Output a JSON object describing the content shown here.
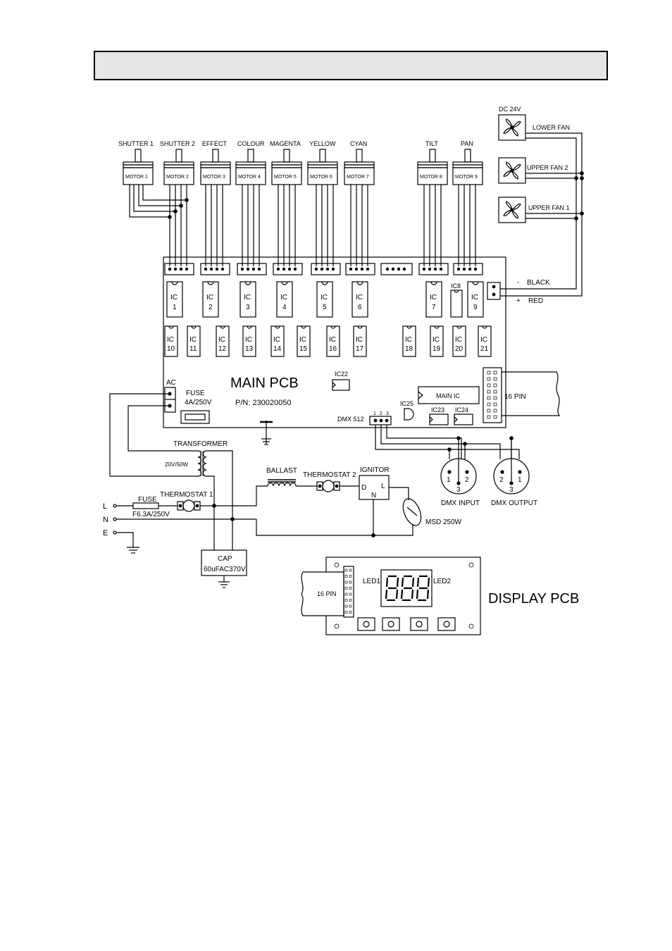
{
  "header": {
    "title": ""
  },
  "motors": [
    {
      "label": "SHUTTER 1",
      "name": "MOTOR 1"
    },
    {
      "label": "SHUTTER 2",
      "name": "MOTOR 2"
    },
    {
      "label": "EFFECT",
      "name": "MOTOR 3"
    },
    {
      "label": "COLOUR",
      "name": "MOTOR 4"
    },
    {
      "label": "MAGENTA",
      "name": "MOTOR 5"
    },
    {
      "label": "YELLOW",
      "name": "MOTOR 6"
    },
    {
      "label": "CYAN",
      "name": "MOTOR 7"
    },
    {
      "label": "TILT",
      "name": "MOTOR 8"
    },
    {
      "label": "PAN",
      "name": "MOTOR 9"
    }
  ],
  "fans": {
    "supply": "DC 24V",
    "items": [
      "LOWER FAN",
      "UPPER FAN 2",
      "UPPER FAN 1"
    ],
    "black": "BLACK",
    "red": "RED",
    "minus": "-",
    "plus": "+"
  },
  "main_pcb": {
    "title": "MAIN PCB",
    "part_number": "P/N: 230020050",
    "ic_prefix": "IC",
    "ic_top_nums": [
      "1",
      "2",
      "3",
      "4",
      "5",
      "6",
      "7",
      "9"
    ],
    "ic8": "IC8",
    "ic_bottom_nums": [
      "10",
      "11",
      "12",
      "13",
      "14",
      "15",
      "16",
      "17",
      "18",
      "19",
      "20",
      "21"
    ],
    "ic22": "IC22",
    "ic23": "IC23",
    "ic24": "IC24",
    "ic25": "IC25",
    "main_ic": "MAIN IC",
    "ac": "AC",
    "fuse": "FUSE",
    "fuse_rating": "4A/250V",
    "dmx512": "DMX 512",
    "dmx_pins": [
      "1",
      "2",
      "3"
    ],
    "connector_16pin": "16 PIN"
  },
  "power": {
    "transformer": "TRANSFORMER",
    "transformer_rating": "20V/50W",
    "ballast": "BALLAST",
    "thermostat2": "THERMOSTAT 2",
    "ignitor": "IGNITOR",
    "ignitor_d": "D",
    "ignitor_l": "L",
    "ignitor_n": "N",
    "lamp": "MSD 250W",
    "thermostat1": "THERMOSTAT 1",
    "fuse": "FUSE",
    "fuse_rating": "F6.3A/250V",
    "line_l": "L",
    "line_n": "N",
    "line_e": "E",
    "cap": "CAP",
    "cap_rating": "60uFAC370V"
  },
  "dmx": {
    "input": "DMX INPUT",
    "output": "DMX OUTPUT",
    "input_pins": [
      "1",
      "3",
      "2"
    ],
    "output_pins": [
      "2",
      "3",
      "1"
    ]
  },
  "display_pcb": {
    "title": "DISPLAY PCB",
    "connector": "16 PIN",
    "led1": "LED1",
    "led2": "LED2"
  }
}
